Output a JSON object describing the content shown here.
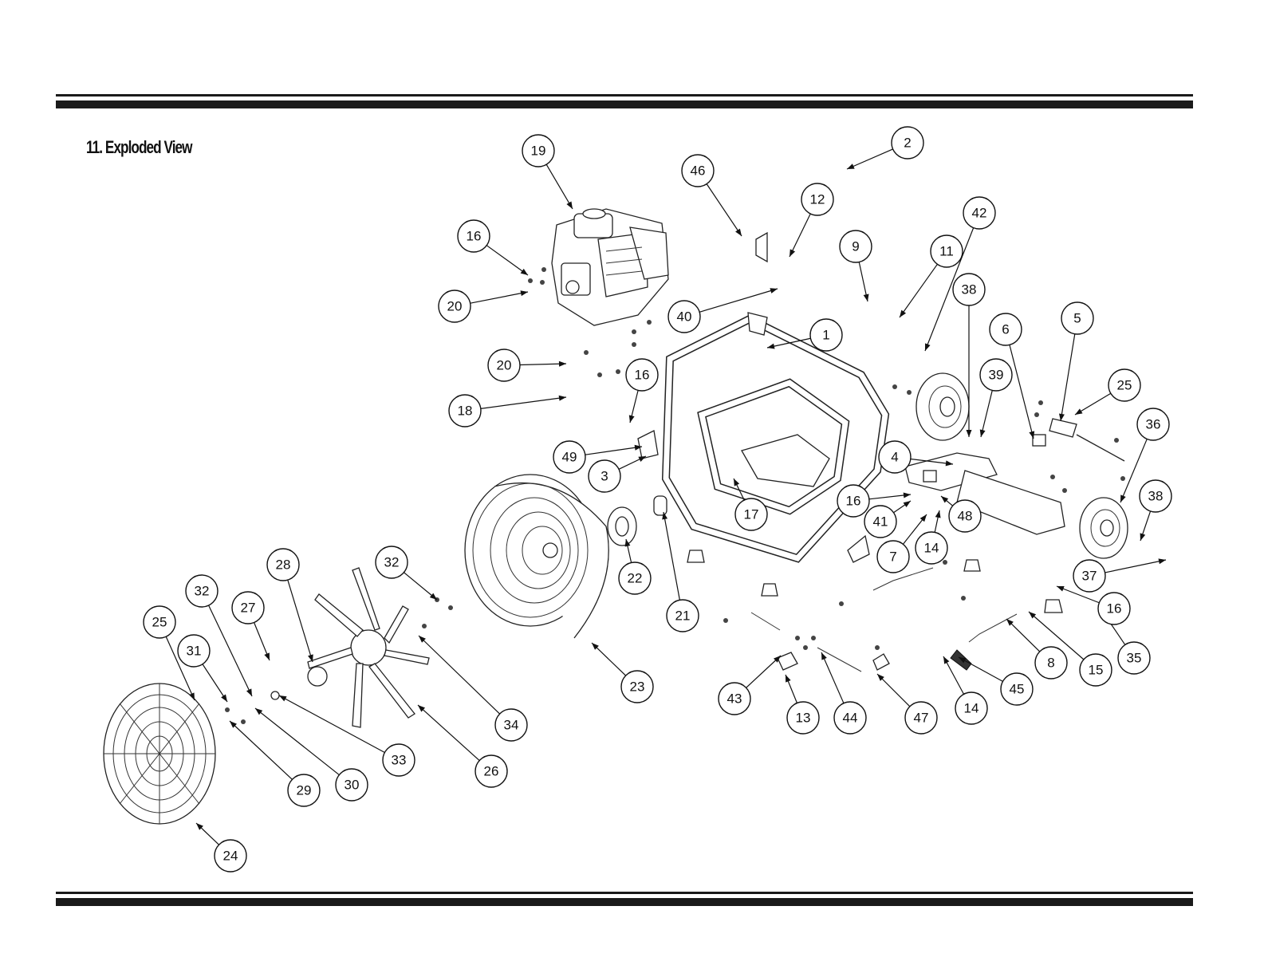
{
  "page": {
    "section_title": "11. Exploded View"
  },
  "callouts": [
    {
      "label": "19"
    },
    {
      "label": "46"
    },
    {
      "label": "2"
    },
    {
      "label": "12"
    },
    {
      "label": "42"
    },
    {
      "label": "16"
    },
    {
      "label": "9"
    },
    {
      "label": "11"
    },
    {
      "label": "20"
    },
    {
      "label": "40"
    },
    {
      "label": "38"
    },
    {
      "label": "1"
    },
    {
      "label": "6"
    },
    {
      "label": "5"
    },
    {
      "label": "20"
    },
    {
      "label": "16"
    },
    {
      "label": "39"
    },
    {
      "label": "25"
    },
    {
      "label": "18"
    },
    {
      "label": "36"
    },
    {
      "label": "4"
    },
    {
      "label": "49"
    },
    {
      "label": "3"
    },
    {
      "label": "16"
    },
    {
      "label": "17"
    },
    {
      "label": "41"
    },
    {
      "label": "48"
    },
    {
      "label": "38"
    },
    {
      "label": "7"
    },
    {
      "label": "14"
    },
    {
      "label": "28"
    },
    {
      "label": "32"
    },
    {
      "label": "22"
    },
    {
      "label": "37"
    },
    {
      "label": "32"
    },
    {
      "label": "27"
    },
    {
      "label": "21"
    },
    {
      "label": "16"
    },
    {
      "label": "25"
    },
    {
      "label": "31"
    },
    {
      "label": "35"
    },
    {
      "label": "23"
    },
    {
      "label": "8"
    },
    {
      "label": "15"
    },
    {
      "label": "34"
    },
    {
      "label": "43"
    },
    {
      "label": "45"
    },
    {
      "label": "13"
    },
    {
      "label": "44"
    },
    {
      "label": "47"
    },
    {
      "label": "14"
    },
    {
      "label": "33"
    },
    {
      "label": "26"
    },
    {
      "label": "30"
    },
    {
      "label": "29"
    },
    {
      "label": "24"
    }
  ]
}
